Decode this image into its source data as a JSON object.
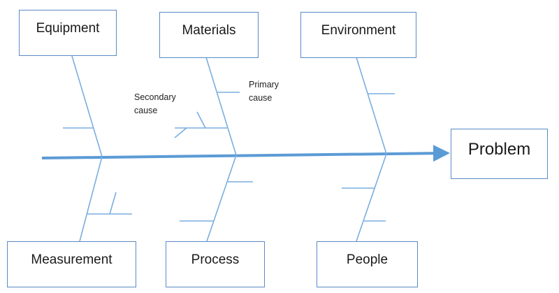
{
  "diagram": {
    "type": "fishbone",
    "title": "",
    "problem": "Problem",
    "colors": {
      "spine": "#5b9bd5",
      "bone": "#7aaee0",
      "box_border": "#5a8ac6",
      "text": "#1a1a1a"
    },
    "categories": {
      "top": [
        {
          "label": "Equipment"
        },
        {
          "label": "Materials"
        },
        {
          "label": "Environment"
        }
      ],
      "bottom": [
        {
          "label": "Measurement"
        },
        {
          "label": "Process"
        },
        {
          "label": "People"
        }
      ]
    },
    "annotations": {
      "primary": [
        "Primary",
        "cause"
      ],
      "secondary": [
        "Secondary",
        "cause"
      ]
    }
  }
}
